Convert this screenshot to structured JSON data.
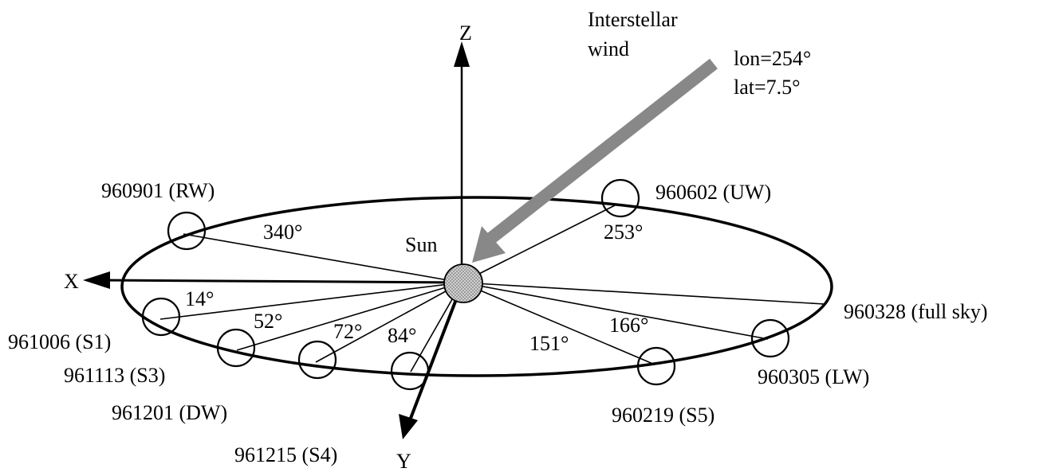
{
  "axes": {
    "x": "X",
    "y": "Y",
    "z": "Z"
  },
  "center": {
    "label": "Sun"
  },
  "wind": {
    "title_line1": "Interstellar",
    "title_line2": "wind",
    "lon": "lon=254°",
    "lat": "lat=7.5°"
  },
  "observations": [
    {
      "id": "960901",
      "name": "960901 (RW)",
      "angle": "340°"
    },
    {
      "id": "960602",
      "name": "960602 (UW)",
      "angle": "253°"
    },
    {
      "id": "960328",
      "name": "960328 (full sky)",
      "angle": ""
    },
    {
      "id": "960305",
      "name": "960305 (LW)",
      "angle": "166°"
    },
    {
      "id": "960219",
      "name": "960219 (S5)",
      "angle": "151°"
    },
    {
      "id": "961006",
      "name": "961006 (S1)",
      "angle": "14°"
    },
    {
      "id": "961113",
      "name": "961113 (S3)",
      "angle": "52°"
    },
    {
      "id": "961201",
      "name": "961201 (DW)",
      "angle": "72°"
    },
    {
      "id": "961215",
      "name": "961215 (S4)",
      "angle": "84°"
    }
  ],
  "colors": {
    "stroke": "#000000",
    "wind_arrow": "#888888",
    "sun_fill": "#b5b5b5"
  }
}
